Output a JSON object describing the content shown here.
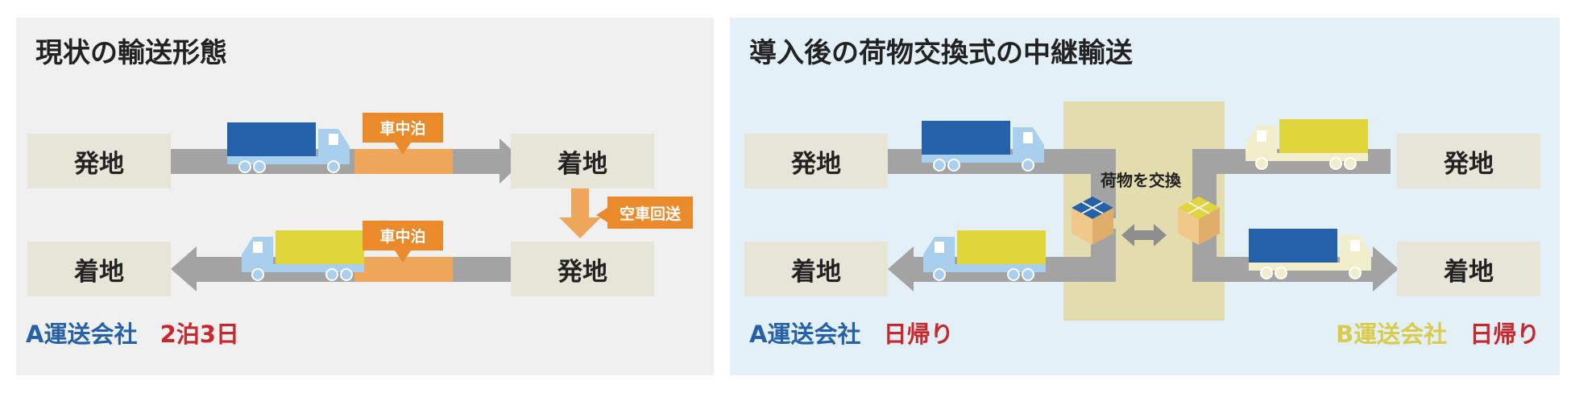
{
  "left": {
    "title": "現状の輸送形態",
    "top_origin": "発地",
    "top_destination": "着地",
    "bottom_destination": "着地",
    "bottom_origin": "発地",
    "overnight_top": "車中泊",
    "overnight_bottom": "車中泊",
    "empty_return": "空車回送",
    "company": "A運送会社",
    "duration": "2泊3日"
  },
  "right": {
    "title": "導入後の荷物交換式の中継輸送",
    "a_origin": "発地",
    "a_destination": "着地",
    "b_origin": "発地",
    "b_destination": "着地",
    "exchange_label": "荷物を交換",
    "company_a": "A運送会社",
    "company_a_trip": "日帰り",
    "company_b": "B運送会社",
    "company_b_trip": "日帰り"
  },
  "colors": {
    "company_a": "#2461a8",
    "company_b": "#d8cc4a",
    "highlight": "#c8282d",
    "callout": "#ea8a2b",
    "road": "#a3a3a3",
    "box": "#e7e5d8"
  },
  "icons": [
    "truck-blue-cargo-icon",
    "truck-yellow-cargo-icon",
    "cargo-box-stack-icon",
    "double-arrow-icon",
    "down-arrow-icon"
  ]
}
